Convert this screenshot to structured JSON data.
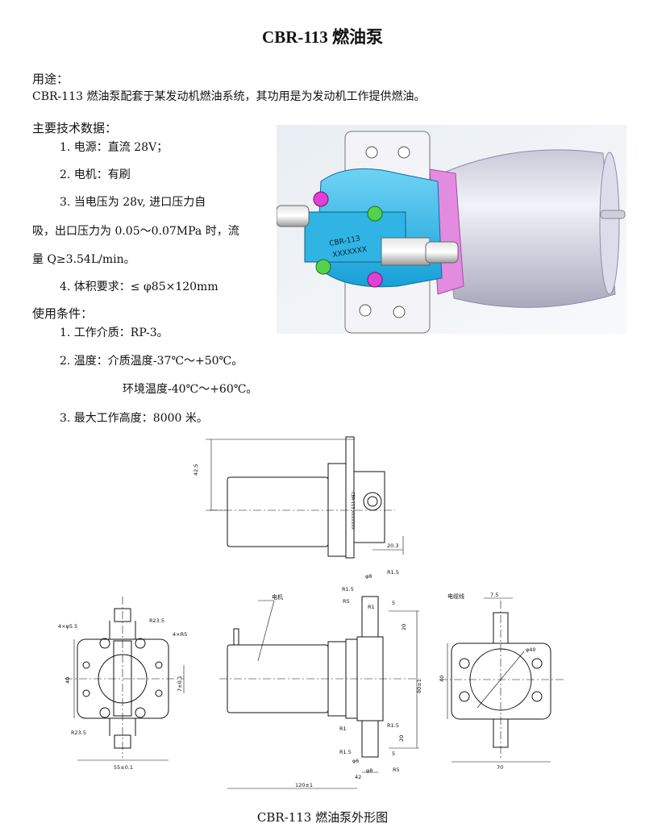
{
  "title": "CBR-113 燃油泵",
  "usage": {
    "heading": "用途：",
    "text": "CBR-113 燃油泵配套于某发动机燃油系统，其功用是为发动机工作提供燃油。"
  },
  "specs": {
    "heading": "主要技术数据：",
    "item1": "1. 电源：直流 28V；",
    "item2": "2. 电机：有刷",
    "item3_line1": "3. 当电压为 28v, 进口压力自",
    "item3_line2": "吸，出口压力为 0.05～0.07MPa 时，流",
    "item3_line3": "量 Q≥3.54L/min。",
    "item4": "4. 体积要求：≤ φ85×120mm"
  },
  "conditions": {
    "heading": "使用条件：",
    "item1": "1. 工作介质：RP-3。",
    "item2_line1": "2. 温度：介质温度-37℃～+50℃。",
    "item2_line2": "环境温度-40℃～+60℃。",
    "item3": "3. 最大工作高度：8000 米。"
  },
  "render_label": {
    "model": "CBR-113",
    "serial": "XXXXXXX"
  },
  "drawing": {
    "dim_42_5": "42.5",
    "dim_20_3": "20.3",
    "dim_r23_5_top": "R23.5",
    "dim_4x_phi5_5": "4×φ5.5",
    "dim_4x_r5": "4×R5",
    "dim_40_left": "40",
    "dim_7_0_1": "7±0.1",
    "dim_r23_5_bottom": "R23.5",
    "dim_55": "55±0.1",
    "label_motor": "电机",
    "dim_r1_5_a": "R1.5",
    "dim_phi8_a": "φ8",
    "dim_r1_5_b": "R1.5",
    "dim_r5_a": "R5",
    "dim_r1_a": "R1",
    "dim_5_a": "5",
    "dim_20": "20",
    "dim_80_1": "80±1",
    "dim_r1_b": "R1",
    "dim_r1_5_c": "R1.5",
    "dim_20_b": "20",
    "dim_r1_5_d": "R1.5",
    "dim_5_b": "5",
    "dim_phi6": "φ6",
    "dim_42": "42",
    "dim_phi8_b": "φ8",
    "dim_r5_b": "R5",
    "dim_120": "120±1",
    "label_cable": "电缆线",
    "dim_7_5": "7.5",
    "dim_phi40": "φ40",
    "dim_40_right": "40",
    "dim_70": "70",
    "side_label": "CBR-113 XXXXXXX"
  },
  "caption": "CBR-113 燃油泵外形图"
}
